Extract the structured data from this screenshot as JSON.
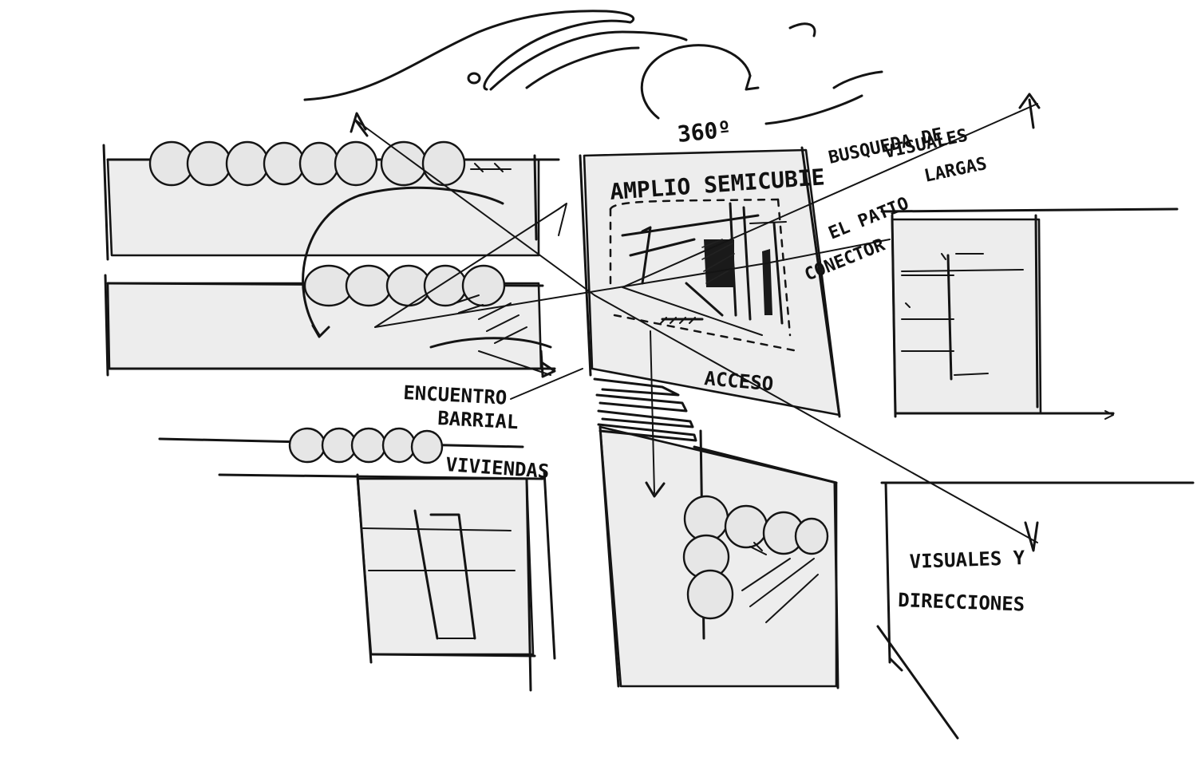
{
  "labels": {
    "degrees": "360º",
    "busqueda": "BUSQUEDA DE",
    "visuales": "VISUALES",
    "largas": "LARGAS",
    "amplio": "AMPLIO SEMICUBIE",
    "el_patio": "EL PATIO",
    "conector": "CONECTOR",
    "acceso": "ACCESO",
    "encuentro": "ENCUENTRO",
    "barrial": "BARRIAL",
    "viviendas": "VIVIENDAS",
    "visuales_y": "VISUALES Y",
    "direcciones": "DIRECCIONES"
  },
  "colors": {
    "ink": "#141414",
    "block_fill": "#ededed",
    "paper": "#ffffff"
  }
}
